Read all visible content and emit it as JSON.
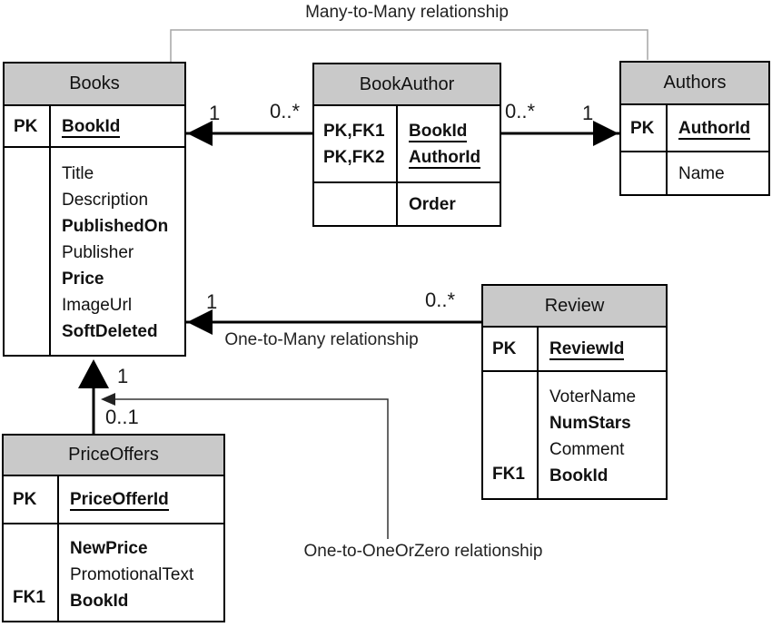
{
  "captions": {
    "many_to_many": "Many-to-Many relationship",
    "one_to_many": "One-to-Many relationship",
    "one_to_one_or_zero": "One-to-OneOrZero relationship"
  },
  "relationships": {
    "books_bookauthor": {
      "books_end": "1",
      "bookauthor_end": "0..*"
    },
    "bookauthor_authors": {
      "bookauthor_end": "0..*",
      "authors_end": "1"
    },
    "books_review": {
      "books_end": "1",
      "review_end": "0..*"
    },
    "books_priceoffers": {
      "books_end": "1",
      "priceoffers_end": "0..1"
    }
  },
  "tables": {
    "books": {
      "title": "Books",
      "keys": [
        {
          "label": "PK",
          "name": "BookId"
        }
      ],
      "attrs": [
        {
          "label": "",
          "name": "Title"
        },
        {
          "label": "",
          "name": "Description"
        },
        {
          "label": "",
          "name": "PublishedOn"
        },
        {
          "label": "",
          "name": "Publisher"
        },
        {
          "label": "",
          "name": "Price"
        },
        {
          "label": "",
          "name": "ImageUrl"
        },
        {
          "label": "",
          "name": "SoftDeleted"
        }
      ]
    },
    "bookauthor": {
      "title": "BookAuthor",
      "keys": [
        {
          "label": "PK,FK1",
          "name": "BookId"
        },
        {
          "label": "PK,FK2",
          "name": "AuthorId"
        }
      ],
      "attrs": [
        {
          "label": "",
          "name": "Order"
        }
      ]
    },
    "authors": {
      "title": "Authors",
      "keys": [
        {
          "label": "PK",
          "name": "AuthorId"
        }
      ],
      "attrs": [
        {
          "label": "",
          "name": "Name"
        }
      ]
    },
    "review": {
      "title": "Review",
      "keys": [
        {
          "label": "PK",
          "name": "ReviewId"
        }
      ],
      "attrs": [
        {
          "label": "",
          "name": "VoterName"
        },
        {
          "label": "",
          "name": "NumStars"
        },
        {
          "label": "",
          "name": "Comment"
        },
        {
          "label": "FK1",
          "name": "BookId"
        }
      ]
    },
    "priceoffers": {
      "title": "PriceOffers",
      "keys": [
        {
          "label": "PK",
          "name": "PriceOfferId"
        }
      ],
      "attrs": [
        {
          "label": "",
          "name": "NewPrice"
        },
        {
          "label": "",
          "name": "PromotionalText"
        },
        {
          "label": "FK1",
          "name": "BookId"
        }
      ]
    }
  },
  "colors": {
    "header_fill": "#c9c9c9",
    "border": "#000000",
    "bracket_line": "#a6a6a6",
    "callout_line": "#333333"
  }
}
